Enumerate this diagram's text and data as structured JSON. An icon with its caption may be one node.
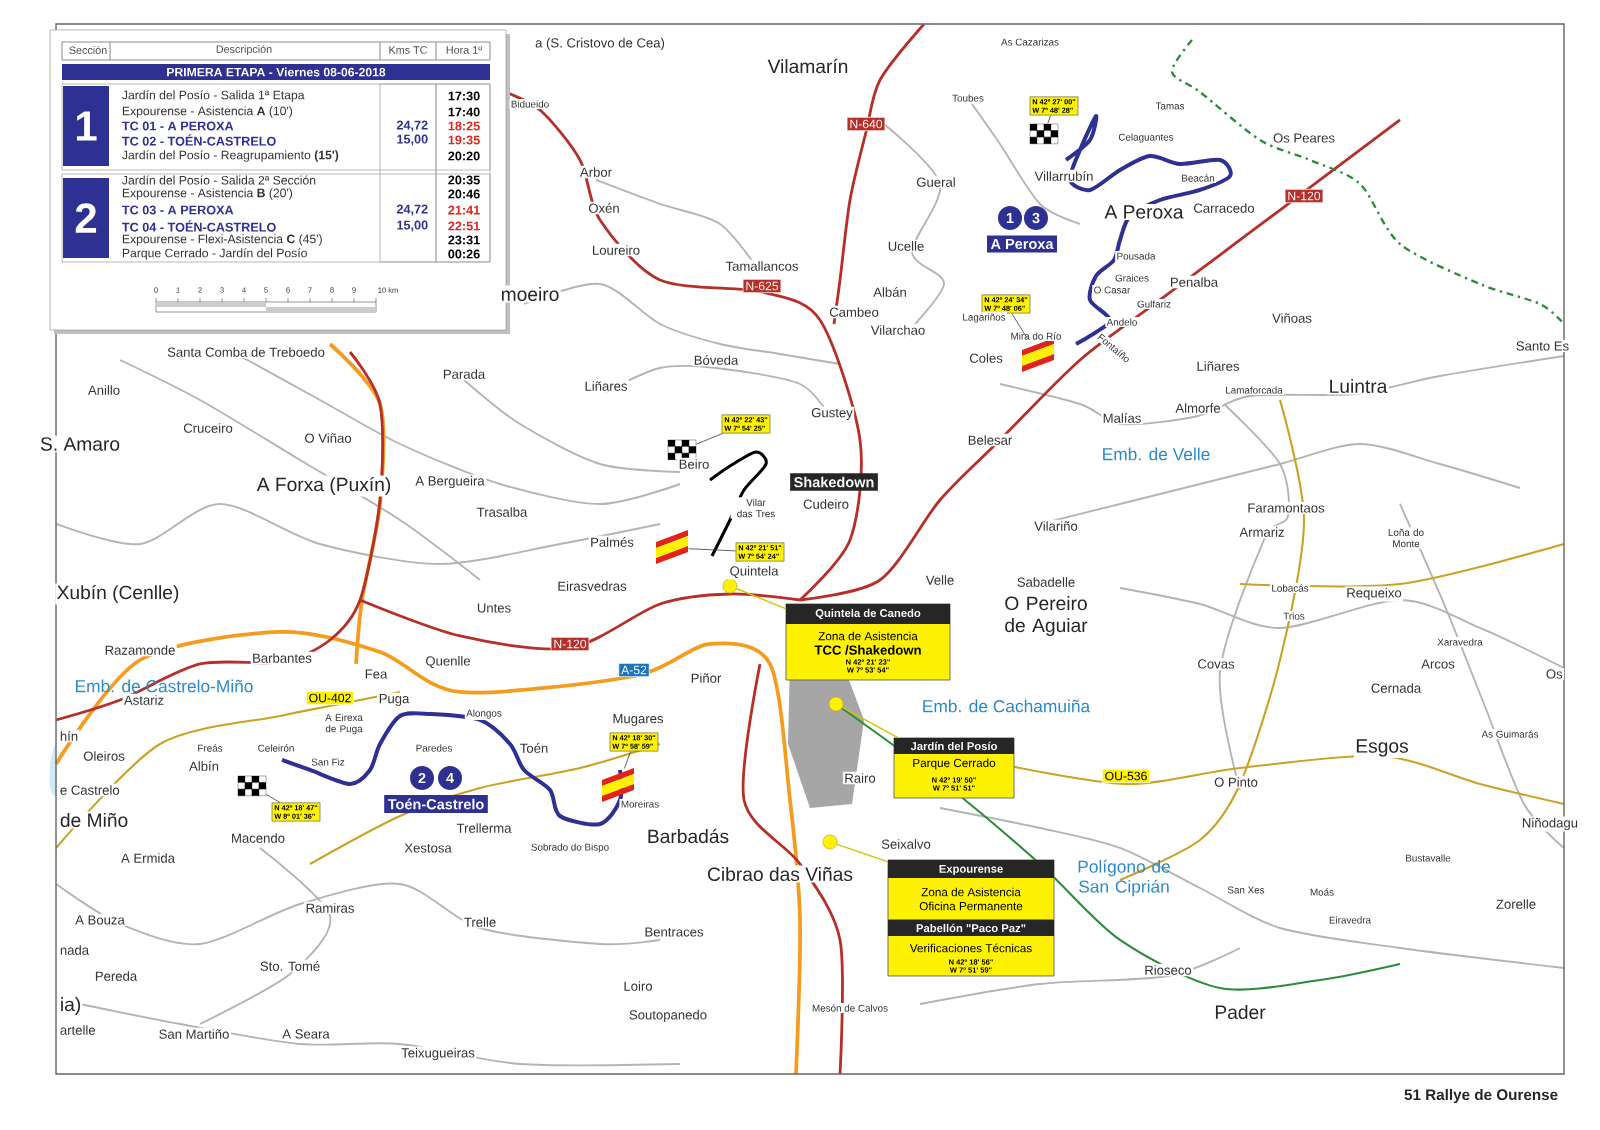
{
  "diagram": {
    "nodes": [
      {
        "text": [
          "Quintela de Canedo",
          "Zona de Asistencia",
          "TCC /Shakedown",
          "N 42º 21' 23\"",
          "W 7º 53' 54\""
        ]
      },
      {
        "text": [
          "Jardín del Posío",
          "Parque Cerrado",
          "N 42º 19' 50\"",
          "W 7º 51' 51\""
        ]
      },
      {
        "text": [
          "Expourense",
          "Zona de Asistencia",
          "Oficina Permanente"
        ]
      },
      {
        "text": [
          "Pabellón \"Paco Paz\"",
          "Verificaciones Técnicas",
          "N 42º 18' 56\"",
          "W 7º 51' 59\""
        ]
      },
      {
        "text": [],
        "shape": "circle"
      },
      {
        "text": [],
        "shape": "circle"
      },
      {
        "text": [],
        "shape": "circle"
      },
      {
        "text": [
          "A Peroxa"
        ]
      },
      {
        "text": [
          "1"
        ]
      },
      {
        "text": [
          "3"
        ]
      },
      {
        "text": [
          "Shakedown"
        ]
      },
      {
        "text": [
          "Toén-Castrelo"
        ]
      },
      {
        "text": [
          "2"
        ]
      },
      {
        "text": [
          "4"
        ]
      },
      {
        "text": [
          "N 42º 27' 00\"",
          "W 7º 48' 28\""
        ]
      },
      {
        "text": [],
        "shape": "picture"
      },
      {
        "text": [
          "N 42º 24' 34\"",
          "W 7º 48' 06\""
        ]
      },
      {
        "text": [],
        "shape": "flag"
      },
      {
        "text": [
          "N 42º 22' 43\"",
          "W 7º 54' 25\""
        ]
      },
      {
        "text": [],
        "shape": "picture"
      },
      {
        "text": [
          "N 42º 21' 51\"",
          "W 7º 54' 24\""
        ]
      },
      {
        "text": [],
        "shape": "flag"
      },
      {
        "text": [
          "N 42º 18' 47\"",
          "W 8º 01' 36\""
        ]
      },
      {
        "text": [],
        "shape": "picture"
      },
      {
        "text": [
          "N 42º 18' 30\"",
          "W 7º 58' 59\""
        ]
      },
      {
        "text": [],
        "shape": "flag"
      },
      {
        "text": [
          "N-640"
        ]
      },
      {
        "text": [
          "N-120"
        ]
      },
      {
        "text": [
          "N-625"
        ]
      },
      {
        "text": [
          "N-120"
        ]
      },
      {
        "text": [
          "A-52"
        ]
      },
      {
        "text": [
          "OU-402"
        ]
      },
      {
        "text": [
          "OU-536"
        ]
      }
    ],
    "edges": [
      {
        "from": 4,
        "to": 0,
        "arrow": "none",
        "color": "#d4c200"
      },
      {
        "from": 5,
        "to": 1,
        "arrow": "none",
        "color": "#d4c200"
      },
      {
        "from": 6,
        "to": 2,
        "arrow": "none",
        "color": "#d4c200"
      },
      {
        "from": 14,
        "to": 15,
        "arrow": "none"
      },
      {
        "from": 16,
        "to": 17,
        "arrow": "none"
      },
      {
        "from": 18,
        "to": 19,
        "arrow": "none"
      },
      {
        "from": 20,
        "to": 21,
        "arrow": "none"
      },
      {
        "from": 22,
        "to": 23,
        "arrow": "none"
      },
      {
        "from": 24,
        "to": 25,
        "arrow": "none"
      }
    ],
    "labels": [
      "Sección",
      "Descripción",
      "Kms TC",
      "Hora 1º",
      "PRIMERA ETAPA - Viernes 08-06-2018",
      "1",
      "Jardín del Posío - Salida 1ª Etapa",
      "17:30",
      "Expourense - Asistencia **A** (10')",
      "17:40",
      "TC 01 - A PEROXA",
      "24,72",
      "18:25",
      "TC 02 - TOÉN-CASTRELO",
      "15,00",
      "19:35",
      "Jardín del Posío - Reagrupamiento **(15')**",
      "20:20",
      "2",
      "Jardín del Posío - Salida 2ª Sección",
      "20:35",
      "Expourense - Asistencia **B** (20')",
      "20:46",
      "TC 03 - A PEROXA",
      "24,72",
      "21:41",
      "TC 04 - TOÉN-CASTRELO",
      "15,00",
      "22:51",
      "Expourense - Flexi-Asistencia **C** (45')",
      "23:31",
      "Parque Cerrado - Jardín del Posío",
      "00:26",
      "0",
      "1",
      "2",
      "3",
      "4",
      "5",
      "6",
      "7",
      "8",
      "9",
      "10 km",
      "a (S. Cristovo de Cea)",
      "Vilamarín",
      "Bidueido",
      "As Cazarizas",
      "Toubes",
      "Tamas",
      "Celaguantes",
      "Os Peares",
      "Arbor",
      "Oxén",
      "Loureiro",
      "Gueral",
      "Villarrubín",
      "Beacán",
      "A Peroxa",
      "Carracedo",
      "Ucelle",
      "Tamallancos",
      "Pousada",
      "Graices",
      "O Casar",
      "Gulfariz",
      "Penalba",
      "moeiro",
      "Albán",
      "Cambeo",
      "Vilarchao",
      "Lagariños",
      "Andelo",
      "Mira do Río",
      "Fontaíño",
      "Viñoas",
      "Santo Es",
      "Santa Comba de Treboedo",
      "Bóveda",
      "Coles",
      "Liñares",
      "Luintra",
      "Lamaforcada",
      "Parada",
      "Liñares",
      "Anillo",
      "Almorfe",
      "Gustey",
      "Malías",
      "Cruceiro",
      "O Viñao",
      "Belesar",
      "S. Amaro",
      "Emb. de Velle",
      "Beiro",
      "A Bergueira",
      "A Forxa (Puxín)",
      "Cudeiro",
      "Vilar das Tres",
      "Faramontaos",
      "Trasalba",
      "Vilariño",
      "Armariz",
      "Loña do Monte",
      "Palmés",
      "Quintela",
      "Velle",
      "Sabadelle",
      "Eirasvedras",
      "Lobacás",
      "Xubín (Cenlle)",
      "Requeixo",
      "Untes",
      "O Pereiro de Aguiar",
      "Trios",
      "Xaravedra",
      "Razamonde",
      "Barbantes",
      "Quenlle",
      "Covas",
      "Arcos",
      "Fea",
      "Os",
      "Piñor",
      "Emb. de Castrelo-Miño",
      "Cernada",
      "Astariz",
      "Puga",
      "Emb. de Cachamuiña",
      "hín",
      "A Eirexa de Puga",
      "Alongos",
      "Mugares",
      "As Guimarás",
      "Esgos",
      "Oleiros",
      "Albín",
      "Freás",
      "Celeirón",
      "San Fiz",
      "Paredes",
      "Toén",
      "e Castrelo",
      "Rairo",
      "O Pinto",
      "de Miño",
      "Macendo",
      "Trellerma",
      "Moreiras",
      "Barbadás",
      "Niñodagu",
      "Seixalvo",
      "Xestosa",
      "Sobrado do Bispo",
      "A Ermida",
      "Bustavalle",
      "Cibrao das Viñas",
      "Polígono de San Ciprián",
      "San Xes",
      "Moás",
      "A Bouza",
      "Ramiras",
      "Trelle",
      "Bentraces",
      "Eiravedra",
      "Zorelle",
      "nada",
      "Pereda",
      "Sto. Tomé",
      "Rioseco",
      "Loiro",
      "ia)",
      "Soutopanedo",
      "Mesón de Calvos",
      "Pader",
      "artelle",
      "San Martiño",
      "A Seara",
      "Teixugueiras",
      "51 Rallye de Ourense"
    ]
  }
}
